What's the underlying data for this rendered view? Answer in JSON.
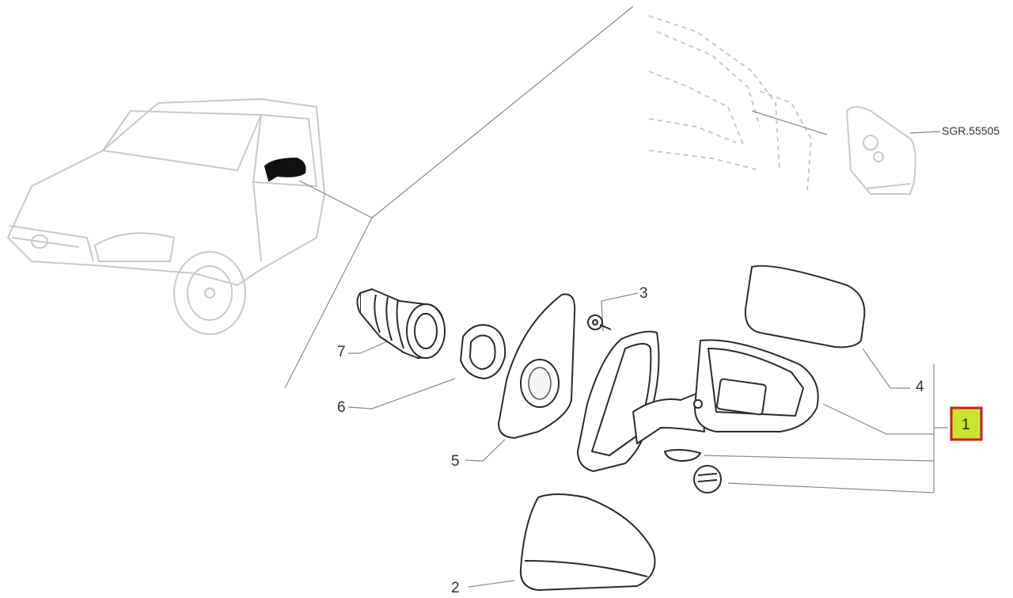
{
  "reference_code": "SGR.55505",
  "part_labels": {
    "p1": "1",
    "p2": "2",
    "p3": "3",
    "p4": "4",
    "p5": "5",
    "p6": "6",
    "p7": "7"
  },
  "highlight_color": "#c8e62e",
  "highlight_border_color": "#d21c1c"
}
